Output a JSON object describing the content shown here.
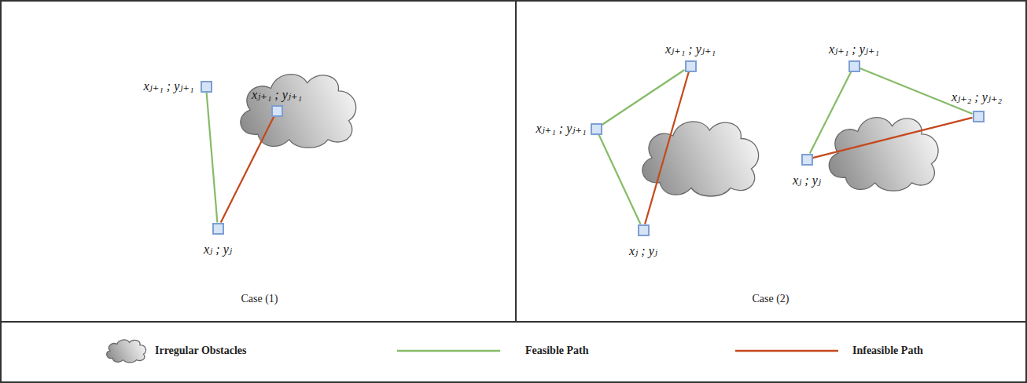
{
  "diagram": {
    "nodes": [
      {
        "text": [
          "xⱼ₊₁ ; yⱼ₊₁"
        ]
      },
      {
        "text": [
          "xⱼ₊₁ ; yⱼ₊₁"
        ]
      },
      {
        "text": [
          "xⱼ ; yⱼ"
        ]
      },
      {
        "text": [
          "xⱼ₊₁ ; yⱼ₊₁"
        ]
      },
      {
        "text": [
          "xⱼ₊₁ ; yⱼ₊₁"
        ]
      },
      {
        "text": [
          "xⱼ ; yⱼ"
        ]
      },
      {
        "text": [
          "xⱼ₊₁ ; yⱼ₊₁"
        ]
      },
      {
        "text": [
          "xⱼ₊₂ ; yⱼ₊₂"
        ]
      },
      {
        "text": [
          "xⱼ ; yⱼ"
        ]
      }
    ],
    "edges": [
      {
        "from": 2,
        "to": 0,
        "arrow": "none"
      },
      {
        "from": 2,
        "to": 1,
        "arrow": "none"
      },
      {
        "from": 5,
        "to": 4,
        "arrow": "none"
      },
      {
        "from": 4,
        "to": 3,
        "arrow": "none"
      },
      {
        "from": 5,
        "to": 3,
        "arrow": "none"
      },
      {
        "from": 8,
        "to": 6,
        "arrow": "none"
      },
      {
        "from": 6,
        "to": 7,
        "arrow": "none"
      },
      {
        "from": 8,
        "to": 7,
        "arrow": "none"
      }
    ],
    "labels": [
      "Case (1)",
      "Case (2)"
    ],
    "legend": [
      {
        "text": "Irregular Obstacles"
      },
      {
        "text": "Feasible Path"
      },
      {
        "text": "Infeasible Path"
      }
    ]
  }
}
